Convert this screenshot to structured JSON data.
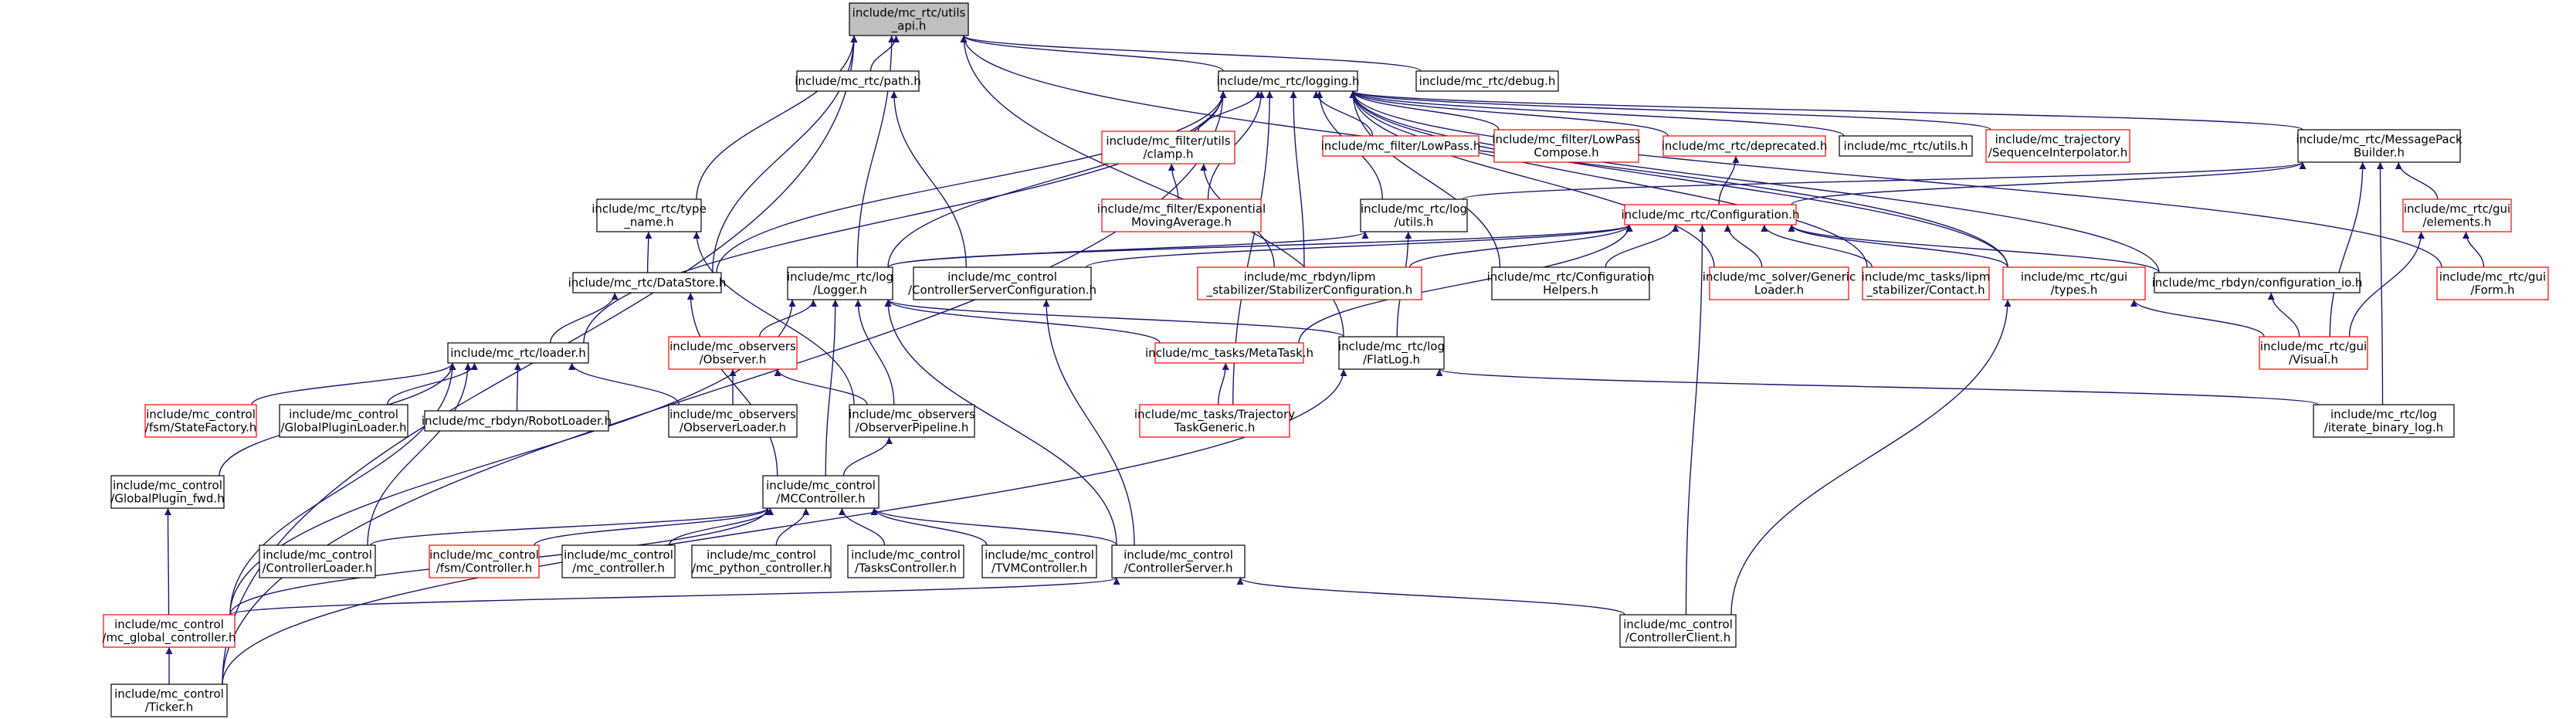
{
  "graph": {
    "nodes": [
      {
        "id": "root",
        "lines": [
          "include/mc_rtc/utils",
          "_api.h"
        ],
        "border": "black",
        "fill": "gray"
      },
      {
        "id": "path",
        "lines": [
          "include/mc_rtc/path.h"
        ],
        "border": "black"
      },
      {
        "id": "logging",
        "lines": [
          "include/mc_rtc/logging.h"
        ],
        "border": "black"
      },
      {
        "id": "debug",
        "lines": [
          "include/mc_rtc/debug.h"
        ],
        "border": "black"
      },
      {
        "id": "filter_utils_clamp",
        "lines": [
          "include/mc_filter/utils",
          "/clamp.h"
        ],
        "border": "red"
      },
      {
        "id": "filter_expavg",
        "lines": [
          "include/mc_filter/Exponential",
          "MovingAverage.h"
        ],
        "border": "red"
      },
      {
        "id": "filter_lowpass",
        "lines": [
          "include/mc_filter/LowPass.h"
        ],
        "border": "red"
      },
      {
        "id": "filter_lowpass_compose",
        "lines": [
          "include/mc_filter/LowPass",
          "Compose.h"
        ],
        "border": "red"
      },
      {
        "id": "deprecated",
        "lines": [
          "include/mc_rtc/deprecated.h"
        ],
        "border": "red"
      },
      {
        "id": "rtc_utils",
        "lines": [
          "include/mc_rtc/utils.h"
        ],
        "border": "black"
      },
      {
        "id": "trajectory_seqinterp",
        "lines": [
          "include/mc_trajectory",
          "/SequenceInterpolator.h"
        ],
        "border": "red"
      },
      {
        "id": "msgpack_builder",
        "lines": [
          "include/mc_rtc/MessagePack",
          "Builder.h"
        ],
        "border": "black"
      },
      {
        "id": "type_name",
        "lines": [
          "include/mc_rtc/type",
          "_name.h"
        ],
        "border": "black"
      },
      {
        "id": "log_utils",
        "lines": [
          "include/mc_rtc/log",
          "/utils.h"
        ],
        "border": "black"
      },
      {
        "id": "configuration",
        "lines": [
          "include/mc_rtc/Configuration.h"
        ],
        "border": "red"
      },
      {
        "id": "gui_elements",
        "lines": [
          "include/mc_rtc/gui",
          "/elements.h"
        ],
        "border": "red"
      },
      {
        "id": "datastore",
        "lines": [
          "include/mc_rtc/DataStore.h"
        ],
        "border": "black"
      },
      {
        "id": "log_logger",
        "lines": [
          "include/mc_rtc/log",
          "/Logger.h"
        ],
        "border": "black"
      },
      {
        "id": "ctl_server_config",
        "lines": [
          "include/mc_control",
          "/ControllerServerConfiguration.h"
        ],
        "border": "black"
      },
      {
        "id": "rbdyn_lipm_stab_config",
        "lines": [
          "include/mc_rbdyn/lipm",
          "_stabilizer/StabilizerConfiguration.h"
        ],
        "border": "red"
      },
      {
        "id": "config_helpers",
        "lines": [
          "include/mc_rtc/Configuration",
          "Helpers.h"
        ],
        "border": "black"
      },
      {
        "id": "solver_generic_loader",
        "lines": [
          "include/mc_solver/Generic",
          "Loader.h"
        ],
        "border": "red"
      },
      {
        "id": "tasks_lipm_contact",
        "lines": [
          "include/mc_tasks/lipm",
          "_stabilizer/Contact.h"
        ],
        "border": "red"
      },
      {
        "id": "gui_types",
        "lines": [
          "include/mc_rtc/gui",
          "/types.h"
        ],
        "border": "red"
      },
      {
        "id": "rbdyn_config_io",
        "lines": [
          "include/mc_rbdyn/configuration_io.h"
        ],
        "border": "black"
      },
      {
        "id": "gui_form",
        "lines": [
          "include/mc_rtc/gui",
          "/Form.h"
        ],
        "border": "red"
      },
      {
        "id": "loader",
        "lines": [
          "include/mc_rtc/loader.h"
        ],
        "border": "black"
      },
      {
        "id": "observers_observer",
        "lines": [
          "include/mc_observers",
          "/Observer.h"
        ],
        "border": "red"
      },
      {
        "id": "tasks_metatask",
        "lines": [
          "include/mc_tasks/MetaTask.h"
        ],
        "border": "red"
      },
      {
        "id": "log_flatlog",
        "lines": [
          "include/mc_rtc/log",
          "/FlatLog.h"
        ],
        "border": "black"
      },
      {
        "id": "gui_visual",
        "lines": [
          "include/mc_rtc/gui",
          "/Visual.h"
        ],
        "border": "red"
      },
      {
        "id": "fsm_statefactory",
        "lines": [
          "include/mc_control",
          "/fsm/StateFactory.h"
        ],
        "border": "red"
      },
      {
        "id": "global_plugin_loader",
        "lines": [
          "include/mc_control",
          "/GlobalPluginLoader.h"
        ],
        "border": "black"
      },
      {
        "id": "rbdyn_robotloader",
        "lines": [
          "include/mc_rbdyn/RobotLoader.h"
        ],
        "border": "black"
      },
      {
        "id": "observer_loader",
        "lines": [
          "include/mc_observers",
          "/ObserverLoader.h"
        ],
        "border": "black"
      },
      {
        "id": "observer_pipeline",
        "lines": [
          "include/mc_observers",
          "/ObserverPipeline.h"
        ],
        "border": "black"
      },
      {
        "id": "tasks_traj_generic",
        "lines": [
          "include/mc_tasks/Trajectory",
          "TaskGeneric.h"
        ],
        "border": "red"
      },
      {
        "id": "iterate_binary_log",
        "lines": [
          "include/mc_rtc/log",
          "/iterate_binary_log.h"
        ],
        "border": "black"
      },
      {
        "id": "global_plugin_fwd",
        "lines": [
          "include/mc_control",
          "/GlobalPlugin_fwd.h"
        ],
        "border": "black"
      },
      {
        "id": "mccontroller",
        "lines": [
          "include/mc_control",
          "/MCController.h"
        ],
        "border": "black"
      },
      {
        "id": "controller_loader",
        "lines": [
          "include/mc_control",
          "/ControllerLoader.h"
        ],
        "border": "black"
      },
      {
        "id": "fsm_controller",
        "lines": [
          "include/mc_control",
          "/fsm/Controller.h"
        ],
        "border": "red"
      },
      {
        "id": "mc_controller_h",
        "lines": [
          "include/mc_control",
          "/mc_controller.h"
        ],
        "border": "black"
      },
      {
        "id": "mc_python_controller",
        "lines": [
          "include/mc_control",
          "/mc_python_controller.h"
        ],
        "border": "black"
      },
      {
        "id": "tasks_controller",
        "lines": [
          "include/mc_control",
          "/TasksController.h"
        ],
        "border": "black"
      },
      {
        "id": "tvm_controller",
        "lines": [
          "include/mc_control",
          "/TVMController.h"
        ],
        "border": "black"
      },
      {
        "id": "controller_server",
        "lines": [
          "include/mc_control",
          "/ControllerServer.h"
        ],
        "border": "black"
      },
      {
        "id": "mc_global_controller",
        "lines": [
          "include/mc_control",
          "/mc_global_controller.h"
        ],
        "border": "red"
      },
      {
        "id": "controller_client",
        "lines": [
          "include/mc_control",
          "/ControllerClient.h"
        ],
        "border": "black"
      },
      {
        "id": "ticker",
        "lines": [
          "include/mc_control",
          "/Ticker.h"
        ],
        "border": "black"
      }
    ],
    "edges": [
      [
        "path",
        "root"
      ],
      [
        "logging",
        "root"
      ],
      [
        "debug",
        "root"
      ],
      [
        "type_name",
        "root"
      ],
      [
        "datastore",
        "root"
      ],
      [
        "log_logger",
        "root"
      ],
      [
        "log_flatlog",
        "root"
      ],
      [
        "gui_types",
        "root"
      ],
      [
        "ticker",
        "root"
      ],
      [
        "filter_utils_clamp",
        "logging"
      ],
      [
        "filter_expavg",
        "logging"
      ],
      [
        "filter_lowpass",
        "logging"
      ],
      [
        "filter_lowpass_compose",
        "logging"
      ],
      [
        "deprecated",
        "logging"
      ],
      [
        "rtc_utils",
        "logging"
      ],
      [
        "trajectory_seqinterp",
        "logging"
      ],
      [
        "msgpack_builder",
        "logging"
      ],
      [
        "datastore",
        "logging"
      ],
      [
        "log_logger",
        "logging"
      ],
      [
        "loader",
        "logging"
      ],
      [
        "rbdyn_lipm_stab_config",
        "logging"
      ],
      [
        "config_helpers",
        "logging"
      ],
      [
        "solver_generic_loader",
        "logging"
      ],
      [
        "tasks_lipm_contact",
        "logging"
      ],
      [
        "gui_types",
        "logging"
      ],
      [
        "rbdyn_config_io",
        "logging"
      ],
      [
        "gui_form",
        "logging"
      ],
      [
        "tasks_traj_generic",
        "logging"
      ],
      [
        "log_utils",
        "logging"
      ],
      [
        "ticker",
        "logging"
      ],
      [
        "filter_expavg",
        "filter_utils_clamp"
      ],
      [
        "rbdyn_lipm_stab_config",
        "filter_utils_clamp"
      ],
      [
        "configuration",
        "deprecated"
      ],
      [
        "log_utils",
        "msgpack_builder"
      ],
      [
        "configuration",
        "msgpack_builder"
      ],
      [
        "gui_elements",
        "msgpack_builder"
      ],
      [
        "gui_visual",
        "msgpack_builder"
      ],
      [
        "iterate_binary_log",
        "msgpack_builder"
      ],
      [
        "datastore",
        "type_name"
      ],
      [
        "observer_pipeline",
        "type_name"
      ],
      [
        "log_logger",
        "log_utils"
      ],
      [
        "log_flatlog",
        "log_utils"
      ],
      [
        "log_logger",
        "configuration"
      ],
      [
        "ctl_server_config",
        "configuration"
      ],
      [
        "rbdyn_lipm_stab_config",
        "configuration"
      ],
      [
        "config_helpers",
        "configuration"
      ],
      [
        "solver_generic_loader",
        "configuration"
      ],
      [
        "tasks_lipm_contact",
        "configuration"
      ],
      [
        "gui_types",
        "configuration"
      ],
      [
        "rbdyn_config_io",
        "configuration"
      ],
      [
        "tasks_metatask",
        "configuration"
      ],
      [
        "controller_client",
        "configuration"
      ],
      [
        "gui_form",
        "gui_elements"
      ],
      [
        "gui_visual",
        "gui_elements"
      ],
      [
        "loader",
        "datastore"
      ],
      [
        "mccontroller",
        "datastore"
      ],
      [
        "observers_observer",
        "log_logger"
      ],
      [
        "tasks_metatask",
        "log_logger"
      ],
      [
        "log_flatlog",
        "log_logger"
      ],
      [
        "observer_pipeline",
        "log_logger"
      ],
      [
        "mccontroller",
        "log_logger"
      ],
      [
        "controller_server",
        "log_logger"
      ],
      [
        "mc_global_controller",
        "log_logger"
      ],
      [
        "ctl_server_config",
        "path"
      ],
      [
        "controller_server",
        "ctl_server_config"
      ],
      [
        "gui_visual",
        "gui_types"
      ],
      [
        "controller_client",
        "gui_types"
      ],
      [
        "gui_visual",
        "rbdyn_config_io"
      ],
      [
        "fsm_statefactory",
        "loader"
      ],
      [
        "global_plugin_loader",
        "loader"
      ],
      [
        "rbdyn_robotloader",
        "loader"
      ],
      [
        "observer_loader",
        "loader"
      ],
      [
        "global_plugin_fwd",
        "loader"
      ],
      [
        "controller_loader",
        "loader"
      ],
      [
        "mc_global_controller",
        "loader"
      ],
      [
        "observer_loader",
        "observers_observer"
      ],
      [
        "observer_pipeline",
        "observers_observer"
      ],
      [
        "tasks_traj_generic",
        "tasks_metatask"
      ],
      [
        "iterate_binary_log",
        "log_flatlog"
      ],
      [
        "ticker",
        "log_flatlog"
      ],
      [
        "mccontroller",
        "observer_pipeline"
      ],
      [
        "mc_global_controller",
        "global_plugin_fwd"
      ],
      [
        "controller_loader",
        "mccontroller"
      ],
      [
        "fsm_controller",
        "mccontroller"
      ],
      [
        "mc_controller_h",
        "mccontroller"
      ],
      [
        "mc_python_controller",
        "mccontroller"
      ],
      [
        "tasks_controller",
        "mccontroller"
      ],
      [
        "tvm_controller",
        "mccontroller"
      ],
      [
        "controller_server",
        "mccontroller"
      ],
      [
        "mc_global_controller",
        "mccontroller"
      ],
      [
        "mc_global_controller",
        "controller_server"
      ],
      [
        "controller_client",
        "controller_server"
      ],
      [
        "ticker",
        "mc_global_controller"
      ]
    ]
  }
}
